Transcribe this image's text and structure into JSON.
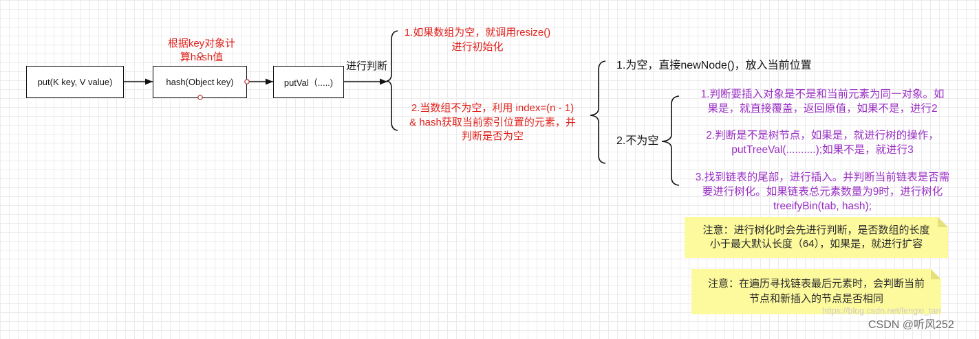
{
  "nodes": {
    "put": "put(K key, V value)",
    "hash": "hash(Object key)",
    "putval": "putVal（.....)"
  },
  "hash_annotation": [
    "根据key对象计",
    "算hash值"
  ],
  "judge_label": "进行判断",
  "array_branch": {
    "empty": [
      "1.如果数组为空，就调用resize()",
      "进行初始化"
    ],
    "not_empty": [
      "2.当数组不为空，利用 index=(n - 1)",
      "& hash获取当前索引位置的元素，并",
      "判断是否为空"
    ]
  },
  "slot_branch": {
    "empty": "1.为空，直接newNode()，放入当前位置",
    "not_empty": "2.不为空"
  },
  "collision_steps": {
    "step1": [
      "1.判断要插入对象是不是和当前元素为同一对象。如",
      "果是，就直接覆盖，返回原值，如果不是，进行2"
    ],
    "step2": [
      "2.判断是不是树节点，如果是，就进行树的操作，",
      "putTreeVal(..........);如果不是，就进行3"
    ],
    "step3": [
      "3.找到链表的尾部，进行插入。并判断当前链表是否需",
      "要进行树化。如果链表总元素数量为9时，进行树化",
      "treeifyBin(tab, hash);"
    ]
  },
  "notes": [
    [
      "注意：进行树化时会先进行判断，是否数组的长度",
      "小于最大默认长度（64），如果是，就进行扩容"
    ],
    [
      "注意：在遍历寻找链表最后元素时，会判断当前",
      "节点和新插入的节点是否相同"
    ]
  ],
  "watermark": {
    "url": "https://blog.csdn.net/lengxi_tan",
    "credit": "CSDN @听风252"
  },
  "colors": {
    "annotation_red": "#e0211b",
    "step_purple": "#9a2fc4",
    "note_fill": "#fdfa9e",
    "grid_line": "#ebebeb"
  }
}
